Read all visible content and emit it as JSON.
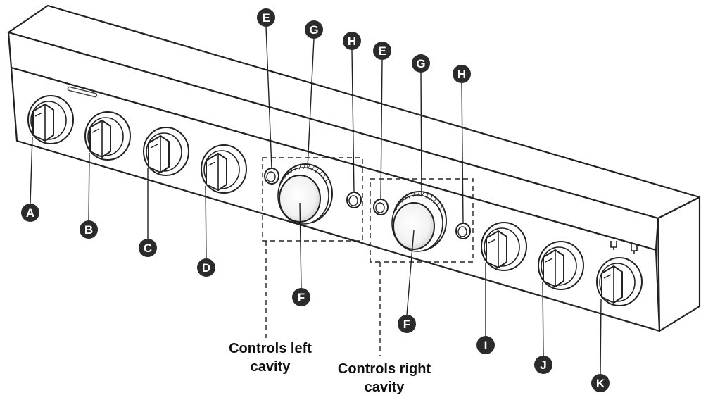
{
  "diagram": {
    "knob_labels": [
      "A",
      "B",
      "C",
      "D",
      "I",
      "J",
      "K"
    ],
    "left_cavity": {
      "button_left": "E",
      "dial_top": "G",
      "button_right": "H",
      "dial_center": "F"
    },
    "right_cavity": {
      "button_left": "E",
      "dial_top": "G",
      "button_right": "H",
      "dial_center": "F"
    },
    "captions": {
      "left": [
        "Controls left",
        "cavity"
      ],
      "right": [
        "Controls right",
        "cavity"
      ]
    },
    "colors": {
      "line": "#222222",
      "callout_fill": "#2b2b2b",
      "callout_text": "#ffffff",
      "panel_fill": "#ffffff"
    }
  }
}
